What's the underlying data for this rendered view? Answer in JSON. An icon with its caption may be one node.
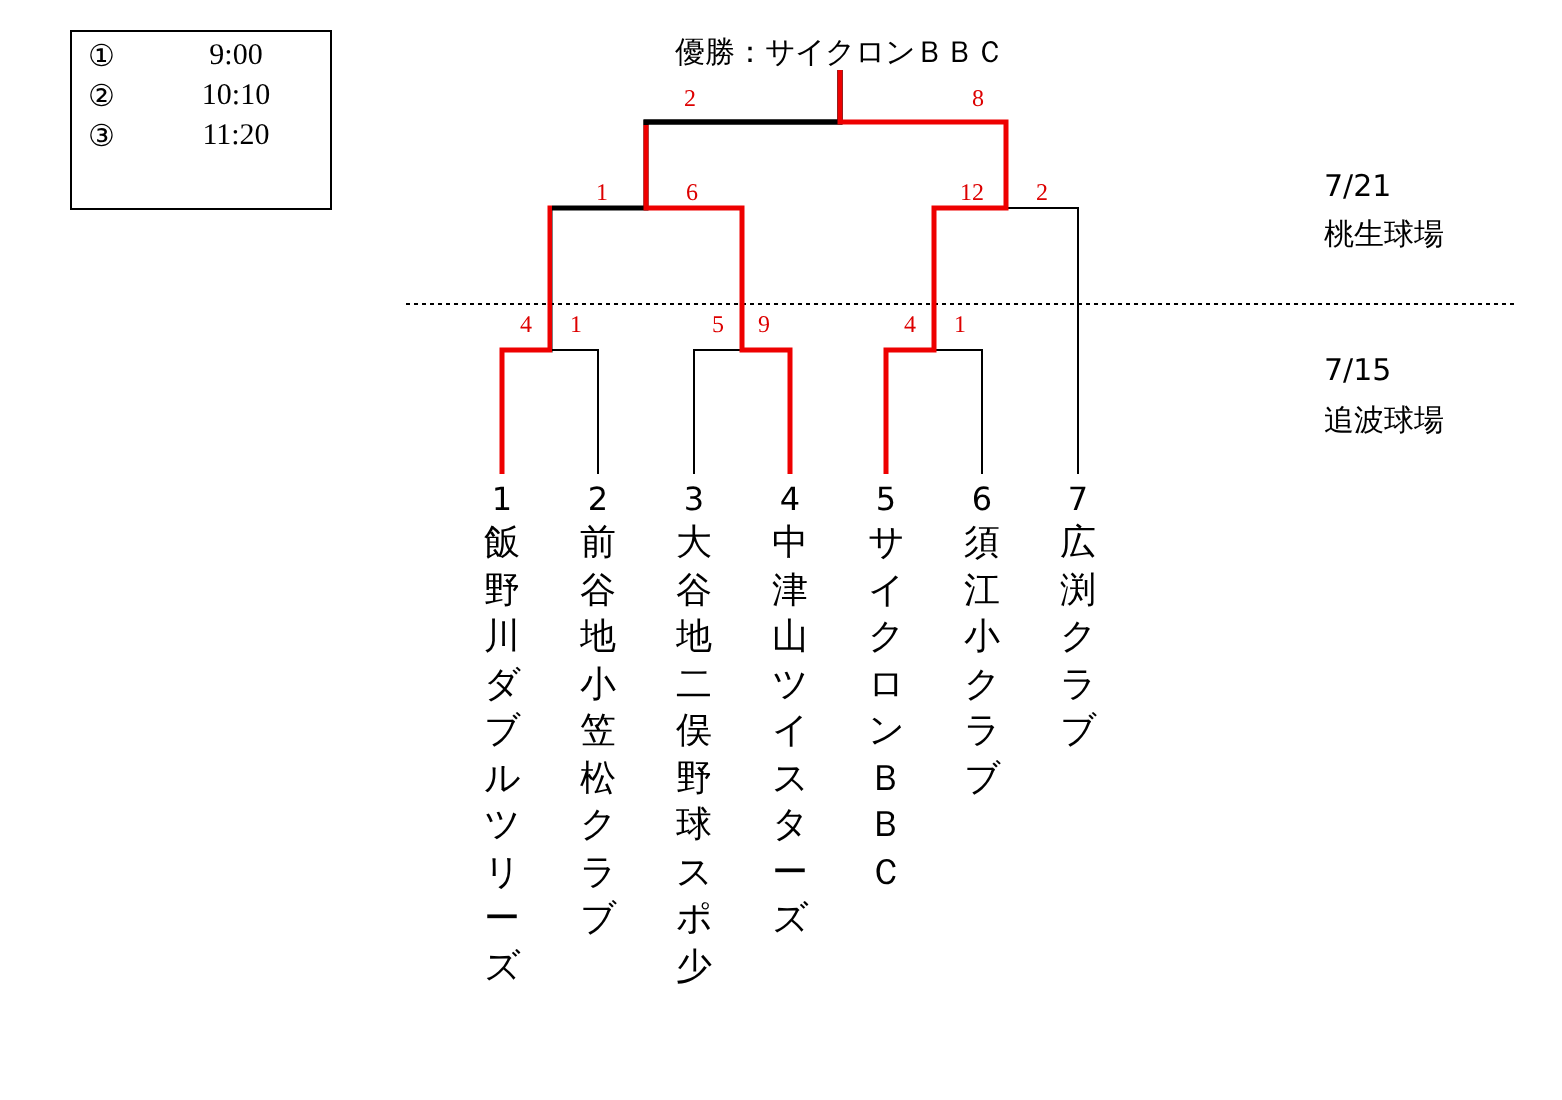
{
  "diagram": {
    "nodes": [
      {
        "text": [
          "①",
          "9:00",
          "②",
          "10:10",
          "③",
          "11:20"
        ]
      },
      {
        "text": [
          "優勝：サイクロンＢＢＣ"
        ]
      },
      {
        "text": [
          "1",
          "飯野川ダブルツリーズ"
        ]
      },
      {
        "text": [
          "2",
          "前谷地小笠松クラブ"
        ]
      },
      {
        "text": [
          "3",
          "大谷地二俣野球スポ少"
        ]
      },
      {
        "text": [
          "4",
          "中津山ツイスターズ"
        ]
      },
      {
        "text": [
          "5",
          "サイクロンＢＢＣ"
        ]
      },
      {
        "text": [
          "6",
          "須江小クラブ"
        ]
      },
      {
        "text": [
          "7",
          "広渕クラブ"
        ]
      }
    ],
    "edges": [
      {
        "from": 2,
        "to": 1,
        "arrow": "none",
        "style": "thick",
        "color": "#ee0000"
      },
      {
        "from": 3,
        "to": 1,
        "arrow": "none"
      },
      {
        "from": 4,
        "to": 1,
        "arrow": "none"
      },
      {
        "from": 5,
        "to": 1,
        "arrow": "none",
        "style": "thick",
        "color": "#ee0000"
      },
      {
        "from": 6,
        "to": 1,
        "arrow": "none",
        "style": "thick",
        "color": "#ee0000"
      },
      {
        "from": 7,
        "to": 1,
        "arrow": "none"
      },
      {
        "from": 8,
        "to": 1,
        "arrow": "none"
      }
    ],
    "labels": [
      "2",
      "8",
      "1",
      "6",
      "12",
      "2",
      "7/21",
      "桃生球場",
      "4",
      "1",
      "5",
      "9",
      "4",
      "1",
      "7/15",
      "追波球場"
    ]
  }
}
